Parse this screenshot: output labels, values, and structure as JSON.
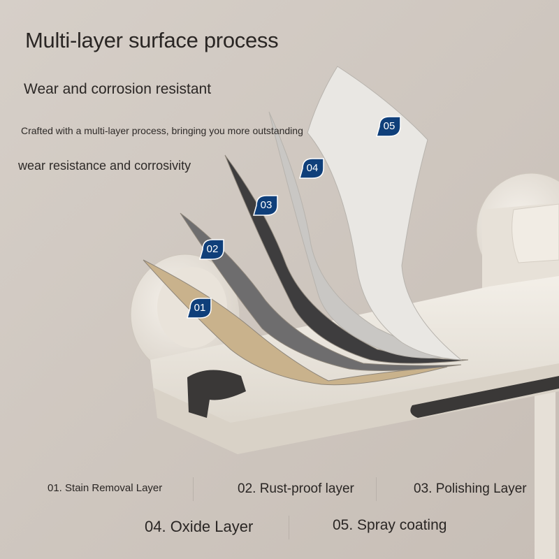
{
  "heading": {
    "title": "Multi-layer surface process",
    "subtitle": "Wear and corrosion resistant",
    "description_line1": "Crafted with a multi-layer process, bringing you more outstanding",
    "description_line2": "wear resistance and corrosivity"
  },
  "layers": [
    {
      "badge": "01",
      "caption": "01. Stain Removal Layer",
      "color": "#c9b28c"
    },
    {
      "badge": "02",
      "caption": "02. Rust-proof layer",
      "color": "#6e6d6e"
    },
    {
      "badge": "03",
      "caption": "03. Polishing Layer",
      "color": "#3e3d3e"
    },
    {
      "badge": "04",
      "caption": "04. Oxide Layer",
      "color": "#c9c7c4"
    },
    {
      "badge": "05",
      "caption": "05. Spray coating",
      "color": "#e9e7e3"
    }
  ],
  "colors": {
    "background": "#cfc7c0",
    "fixture": "#ebe6de",
    "badge": "#0f3f7a",
    "text": "#2a2624"
  }
}
